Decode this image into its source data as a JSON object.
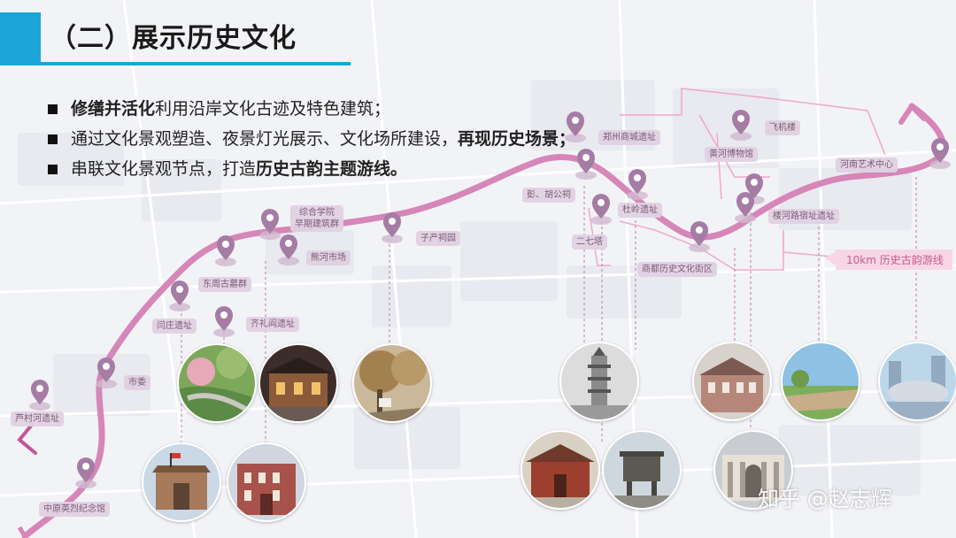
{
  "title": "（二）展示历史文化",
  "bullets": [
    {
      "bold_prefix": "修缮并活化",
      "text": "利用沿岸文化古迹及特色建筑；",
      "bold_suffix": ""
    },
    {
      "bold_prefix": "",
      "text": "通过文化景观塑造、夜景灯光展示、文化场所建设，",
      "bold_suffix": "再现历史场景；"
    },
    {
      "bold_prefix": "",
      "text": "串联文化景观节点，打造",
      "bold_suffix": "历史古韵主题游线。"
    }
  ],
  "nodes": [
    {
      "label": "芦村河遗址"
    },
    {
      "label": "中原英烈纪念馆"
    },
    {
      "label": "市委"
    },
    {
      "label": "闫庄遗址"
    },
    {
      "label": "齐礼阎遗址"
    },
    {
      "label": "东周古墓群"
    },
    {
      "label": "综合学院\n早期建筑群"
    },
    {
      "label": "熊河市场"
    },
    {
      "label": "子产祠园"
    },
    {
      "label": "彭、胡公祠"
    },
    {
      "label": "二七塔"
    },
    {
      "label": "郑州商城遗址"
    },
    {
      "label": "杜岭遗址"
    },
    {
      "label": "商都历史文化街区"
    },
    {
      "label": "黄河博物馆"
    },
    {
      "label": "飞机楼"
    },
    {
      "label": "楼河路宿址遗址"
    },
    {
      "label": "河南艺术中心"
    }
  ],
  "route_tag": "10km 历史古韵游线",
  "watermark": "知乎 @赵志辉",
  "colors": {
    "accent": "#1aa6d9",
    "route": "#d686b8",
    "pin": "#a47ca4",
    "label_bg": "#e0d1e2"
  }
}
